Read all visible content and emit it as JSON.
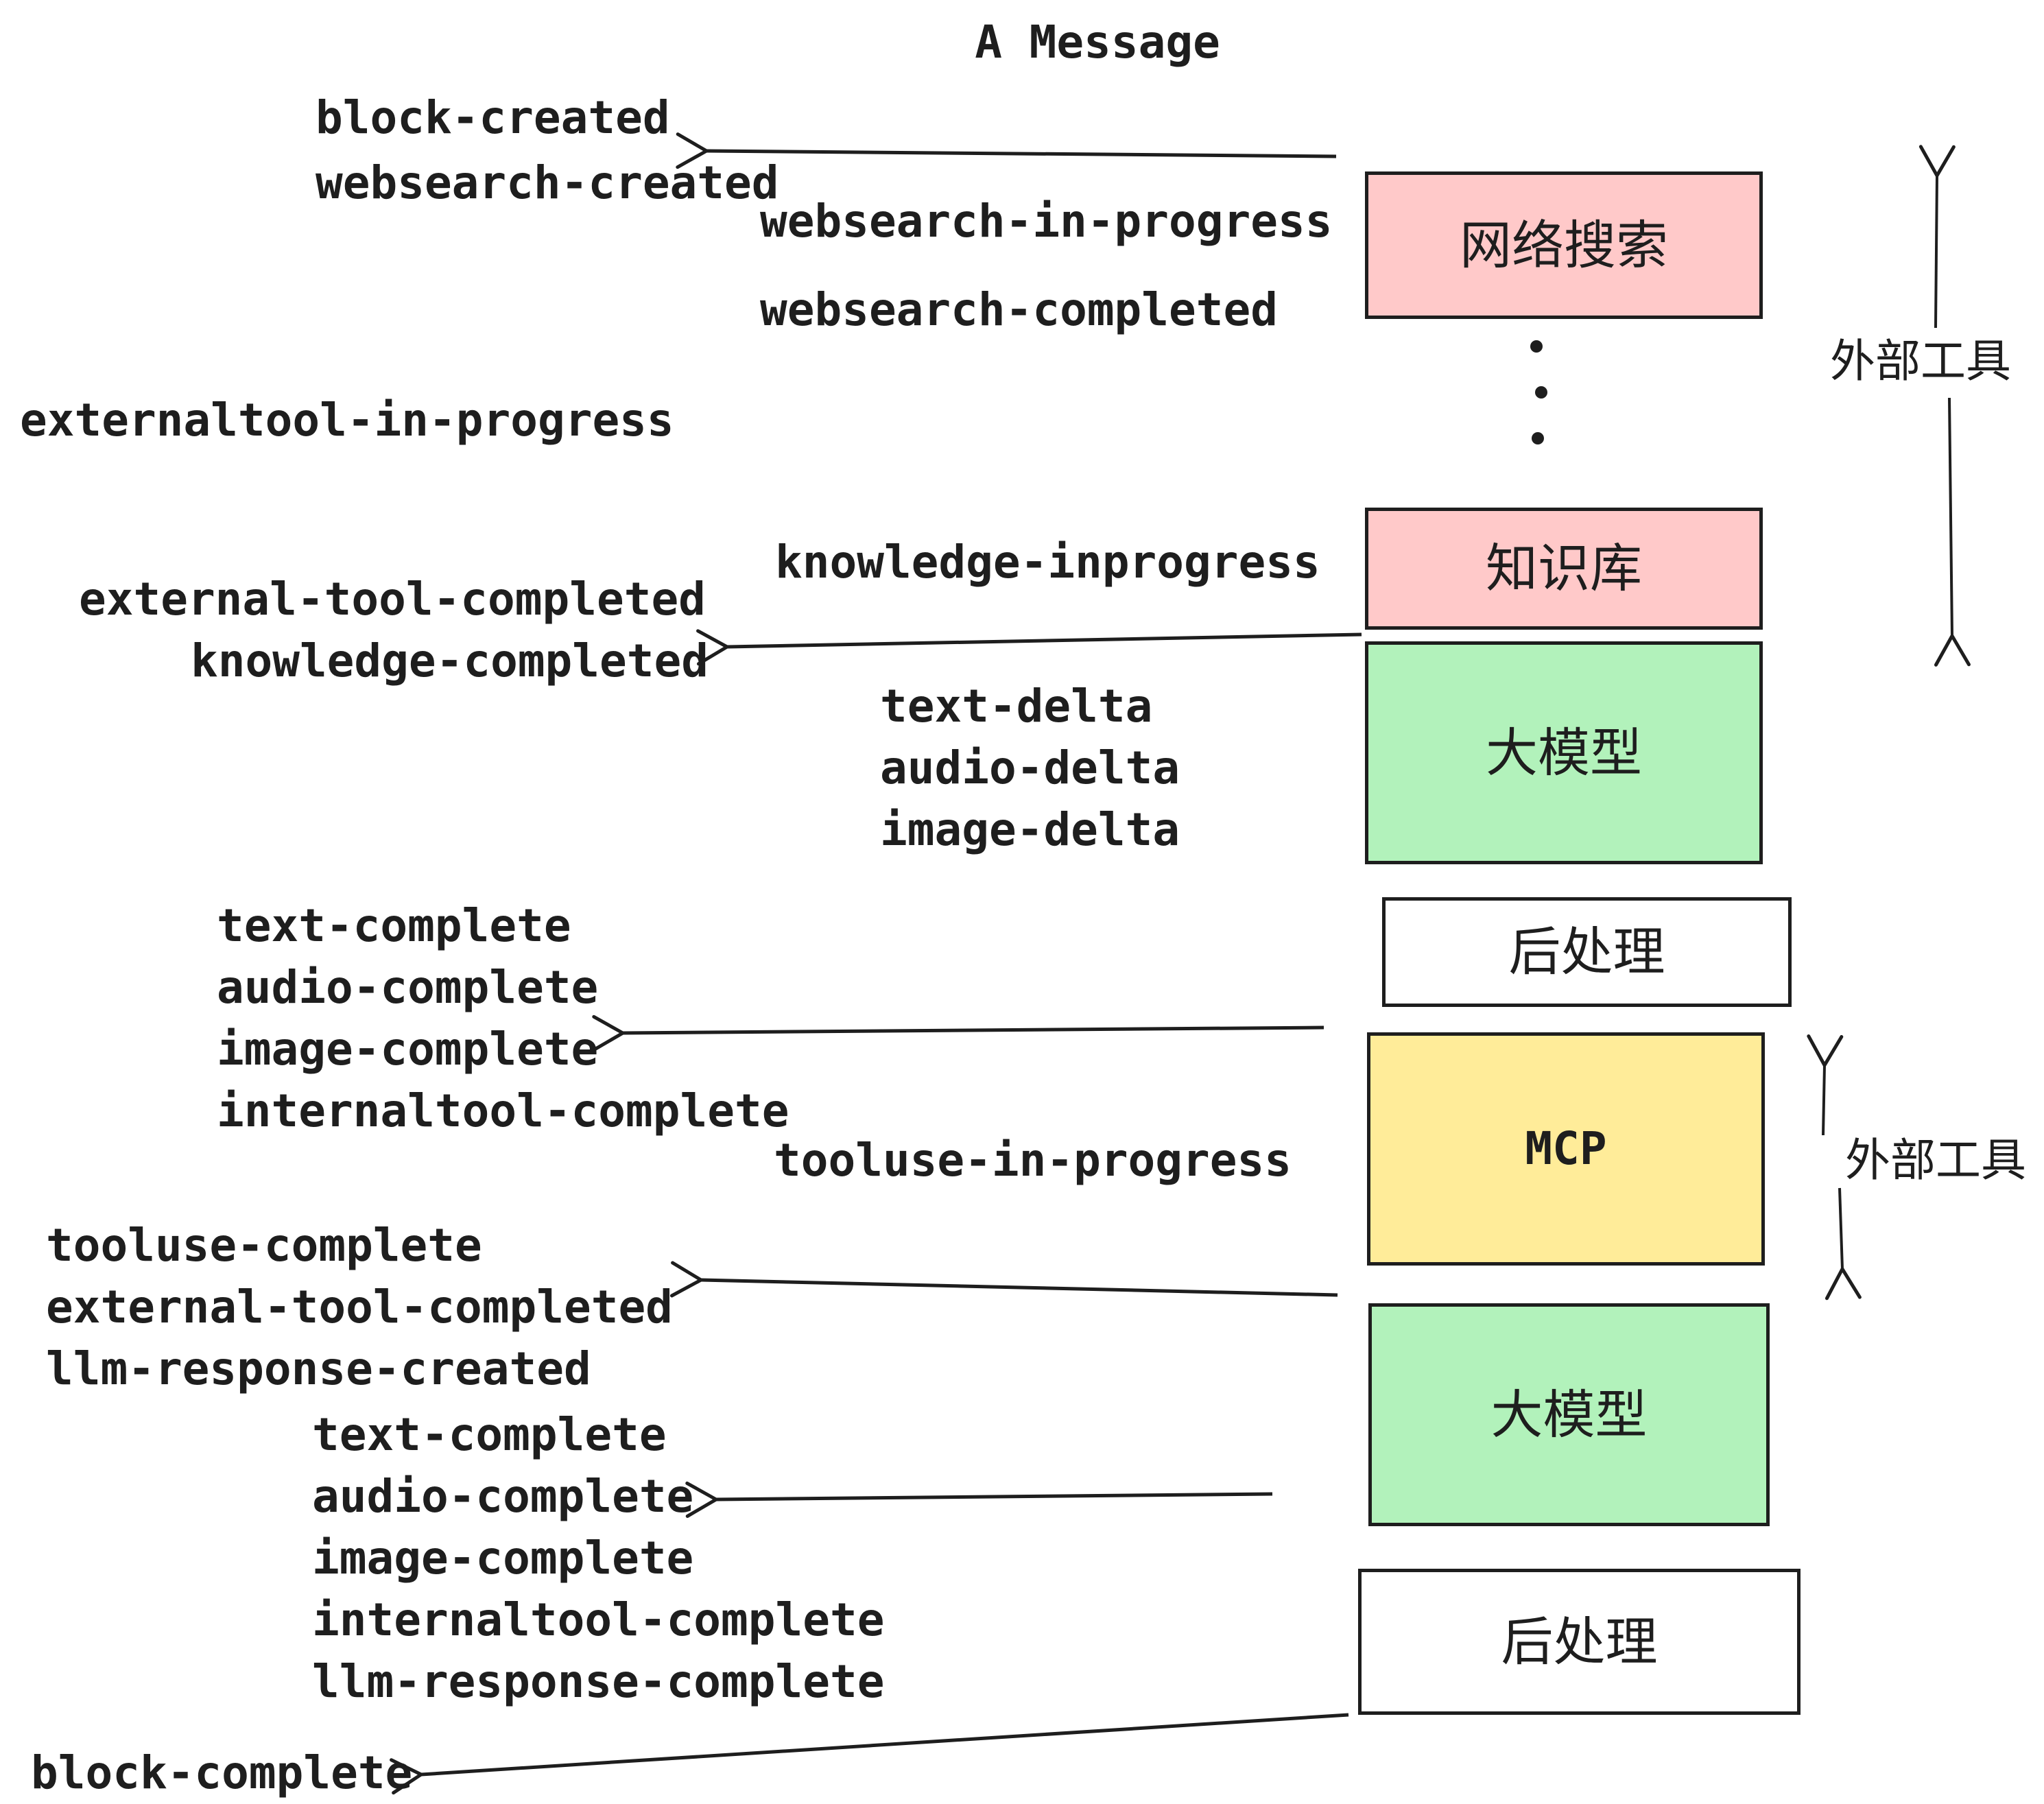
{
  "title": "A Message",
  "events": {
    "block_created": "block-created",
    "websearch_created": "websearch-created",
    "websearch_in_progress": "websearch-in-progress",
    "websearch_completed": "websearch-completed",
    "externaltool_in_progress": "externaltool-in-progress",
    "knowledge_inprogress": "knowledge-inprogress",
    "external_tool_completed": "external-tool-completed",
    "knowledge_completed": "knowledge-completed",
    "text_delta": "text-delta",
    "audio_delta": "audio-delta",
    "image_delta": "image-delta",
    "text_complete": "text-complete",
    "audio_complete": "audio-complete",
    "image_complete": "image-complete",
    "internaltool_complete": "internaltool-complete",
    "tooluse_in_progress": "tooluse-in-progress",
    "tooluse_complete": "tooluse-complete",
    "llm_response_created": "llm-response-created",
    "llm_response_complete": "llm-response-complete",
    "block_complete": "block-complete"
  },
  "boxes": {
    "websearch": "网络搜索",
    "knowledge": "知识库",
    "llm": "大模型",
    "postprocess": "后处理",
    "mcp": "MCP"
  },
  "annotations": {
    "external_tools": "外部工具"
  },
  "colors": {
    "pink": "#ffc9c9",
    "green": "#b2f2bb",
    "yellow": "#ffec99",
    "ink": "#1e1e1e",
    "background": "#ffffff"
  }
}
